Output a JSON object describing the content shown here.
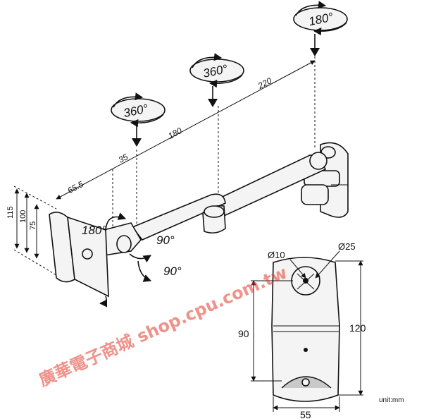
{
  "rotation_labels": {
    "top": "180°",
    "middle": "360°",
    "left": "360°",
    "tilt": "180°",
    "swivel_a": "90°",
    "swivel_b": "90°"
  },
  "arm_dimensions": {
    "d1": "65.5",
    "d2": "35",
    "d3": "180",
    "d4": "220"
  },
  "side_dimensions": {
    "s1": "115",
    "s2": "100",
    "s3": "75"
  },
  "plate_dimensions": {
    "hole_small": "Ø10",
    "hole_large": "Ø25",
    "height_inner": "90",
    "height_total": "120",
    "width": "55"
  },
  "unit": "unit:mm",
  "watermark": "廣華電子商城 shop.cpu.com.tw"
}
